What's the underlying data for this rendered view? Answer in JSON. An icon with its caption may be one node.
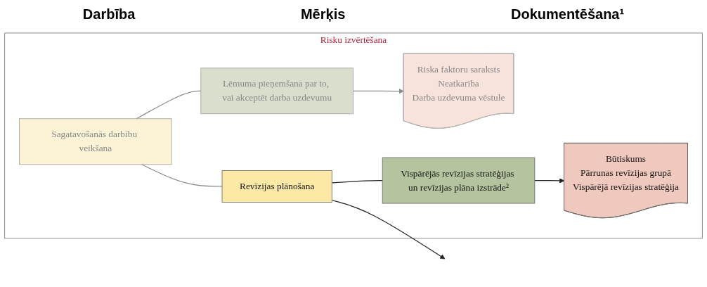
{
  "diagram": {
    "nodes": [
      {
        "text": [
          "Risku izvērtēšana"
        ]
      },
      {
        "text": [
          "Sagatavošanās darbību veikšana"
        ],
        "in": 0
      },
      {
        "text": [
          "Lēmuma pieņemšana par to, vai akceptēt darba uzdevumu"
        ],
        "in": 0
      },
      {
        "text": [
          "Riska faktoru saraksts",
          "Neatkarība",
          "Darba uzdevuma vēstule"
        ],
        "in": 0
      },
      {
        "text": [
          "Revīzijas plānošana"
        ],
        "in": 0
      },
      {
        "text": [
          "Vispārējās revīzijas stratēģijas un revīzijas plāna izstrāde²"
        ],
        "in": 0
      },
      {
        "text": [
          "Būtiskums",
          "Pārrunas revīzijas grupā",
          "Vispārējā revīzijas stratēģija"
        ],
        "in": 0
      }
    ],
    "edges": [
      {
        "from": 1,
        "to": 2,
        "arrow": "none",
        "color": "#8c8c8c"
      },
      {
        "from": 2,
        "to": 3,
        "arrow": "to",
        "color": "#8c8c8c"
      },
      {
        "from": 1,
        "to": 4,
        "arrow": "none",
        "color": "#8c8c8c"
      },
      {
        "from": 4,
        "to": 5,
        "arrow": "none",
        "color": "#222222"
      },
      {
        "from": 5,
        "to": 6,
        "arrow": "to",
        "color": "#222222"
      },
      {
        "from": 4,
        "to": null,
        "arrow": "to",
        "color": "#222222"
      }
    ],
    "labels": [
      "Darbība",
      "Mērķis",
      "Dokumentēšana¹"
    ]
  }
}
